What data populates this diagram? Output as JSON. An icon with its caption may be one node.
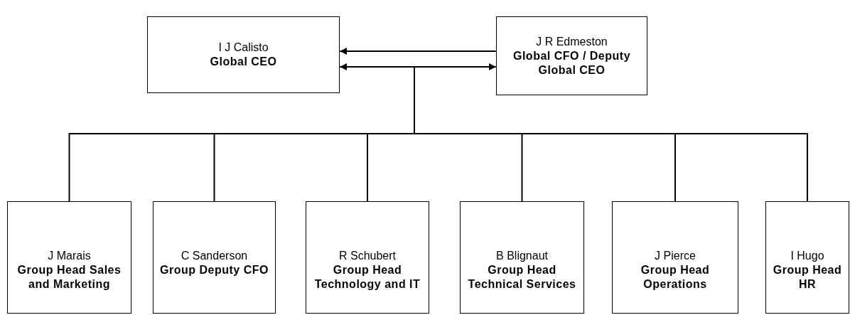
{
  "diagram": {
    "nodes": [
      {
        "text": [
          "I J Calisto",
          "Global CEO"
        ]
      },
      {
        "text": [
          "J R Edmeston",
          "Global CFO / Deputy Global CEO"
        ]
      },
      {
        "text": [
          "J Marais",
          "Group Head Sales and Marketing"
        ]
      },
      {
        "text": [
          "C Sanderson",
          "Group Deputy CFO"
        ]
      },
      {
        "text": [
          "R Schubert",
          "Group Head Technology and IT"
        ]
      },
      {
        "text": [
          "B Blignaut",
          "Group Head Technical Services"
        ]
      },
      {
        "text": [
          "J Pierce",
          "Group Head Operations"
        ]
      },
      {
        "text": [
          "I Hugo",
          "Group Head HR"
        ]
      }
    ],
    "edges": [
      {
        "from": 1,
        "to": 0,
        "arrow": "to"
      },
      {
        "from": 0,
        "to": 1,
        "arrow": "both"
      },
      {
        "from": 0,
        "to": 2,
        "arrow": "none"
      },
      {
        "from": 0,
        "to": 3,
        "arrow": "none"
      },
      {
        "from": 0,
        "to": 4,
        "arrow": "none"
      },
      {
        "from": 0,
        "to": 5,
        "arrow": "none"
      },
      {
        "from": 0,
        "to": 6,
        "arrow": "none"
      },
      {
        "from": 0,
        "to": 7,
        "arrow": "none"
      }
    ]
  }
}
